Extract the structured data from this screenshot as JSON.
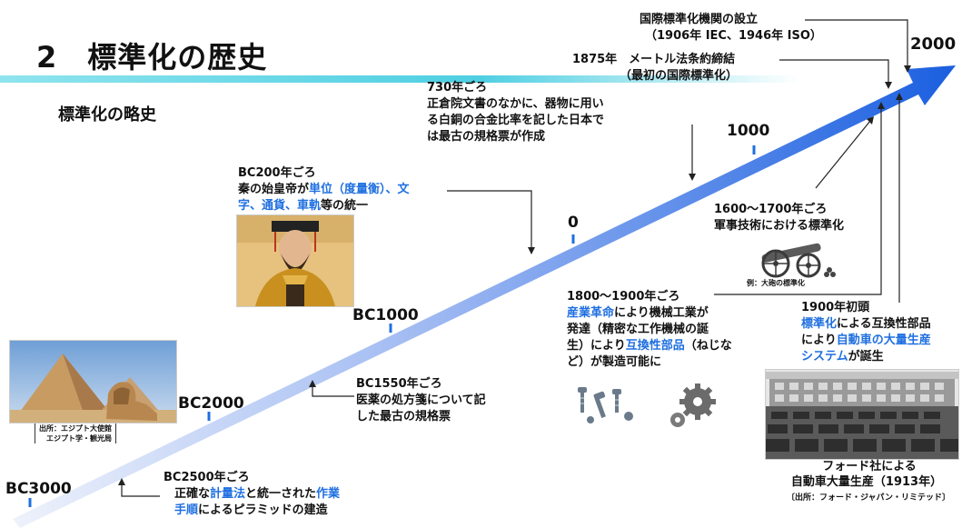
{
  "page": {
    "title": "2　標準化の歴史",
    "subtitle": "標準化の略史"
  },
  "eras": {
    "bc3000": "BC3000",
    "bc2000": "BC2000",
    "bc1000": "BC1000",
    "zero": "0",
    "y1000": "1000",
    "y2000": "2000"
  },
  "events": {
    "iso": {
      "line1": "国際標準化機関の設立",
      "line2": "（1906年 IEC、1946年 ISO）"
    },
    "meter": {
      "line1": "1875年　メートル法条約締結",
      "line2": "（最初の国際標準化）"
    },
    "y730": {
      "line1": "730年ごろ",
      "line2": "正倉院文書のなかに、器物に用い",
      "line3": "る白銅の合金比率を記した日本で",
      "line4": "は最古の規格票が作成"
    },
    "bc200": {
      "line1": "BC200年ごろ",
      "pre": "秦の始皇帝が",
      "hl1": "単位（度量衡）、文",
      "hl2": "字、通貨、車軌",
      "post": "等の統一"
    },
    "military": {
      "line1": "1600～1700年ごろ",
      "line2": "軍事技術における標準化",
      "caption": "例：大砲の標準化"
    },
    "industrial": {
      "line1": "1800～1900年ごろ",
      "hl1": "産業革命",
      "t1": "により機械工業が",
      "line3": "発達（精密な工作機械の誕",
      "t2": "生）により",
      "hl2": "互換性部品",
      "t3": "（ねじな",
      "line5": "ど）が製造可能に"
    },
    "early1900": {
      "line1": "1900年初頭",
      "hl1": "標準化",
      "t1": "による互換性部品",
      "t2": "により",
      "hl2": "自動車の大量生産",
      "hl3": "システム",
      "t3": "が誕生"
    },
    "bc1550": {
      "line1": "BC1550年ごろ",
      "line2": "医薬の処方箋について記",
      "line3": "した最古の規格票"
    },
    "bc2500": {
      "line1": "BC2500年ごろ",
      "t1": "正確な",
      "hl1": "計量法",
      "t2": "と統一された",
      "hl2": "作業",
      "hl3": "手順",
      "t3": "によるピラミッドの建造"
    }
  },
  "captions": {
    "egypt1": "出所：エジプト大使館",
    "egypt2": "エジプト学・観光局",
    "ford1": "フォード社による",
    "ford2": "自動車大量生産（1913年）",
    "ford3": "〔出所：フォード・ジャパン・リミテッド〕"
  },
  "colors": {
    "accent": "#1f6fe0",
    "title_bar": "#5ad6e6",
    "arrow_dark": "#1a5fe0",
    "arrow_light": "#e8eef9"
  }
}
